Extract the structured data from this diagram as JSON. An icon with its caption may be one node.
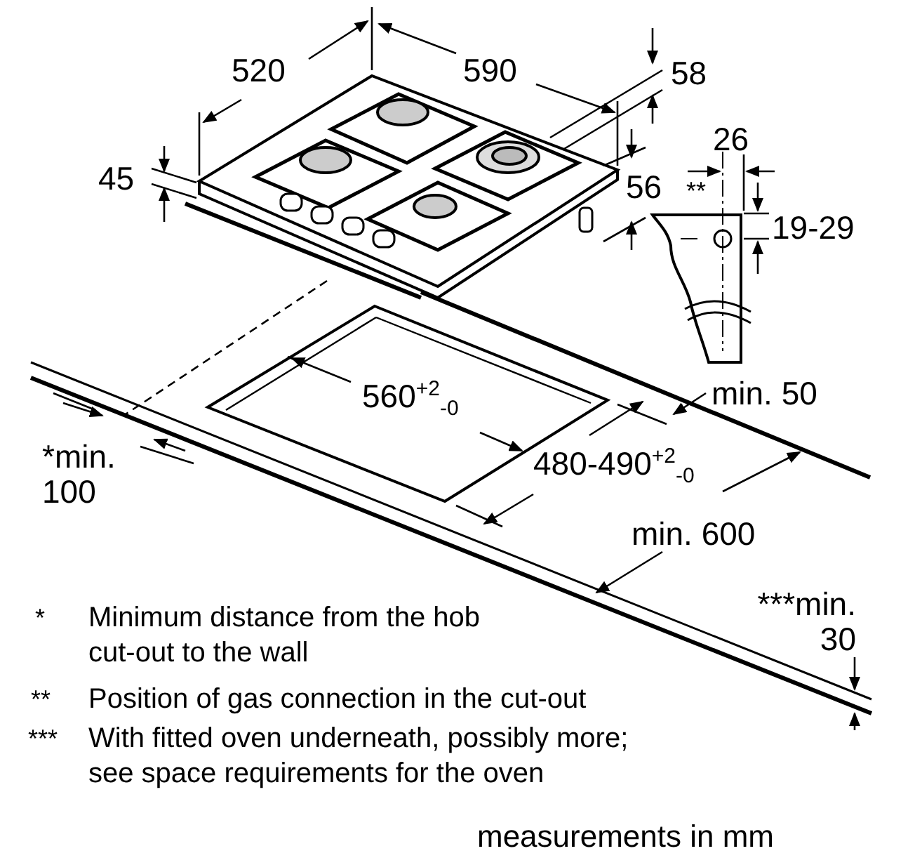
{
  "diagram": {
    "labels": [
      "520",
      "590",
      "58",
      "45",
      "26",
      "56",
      "**",
      "19-29",
      "560$^{+2}$$_{-0}$",
      "min. 50",
      "*min. 100",
      "480-490$^{+2}$$_{-0}$",
      "min. 600",
      "***min. 30",
      "*",
      "Minimum distance from the hob cut-out to the wall",
      "**",
      "Position of gas connection in the cut-out",
      "***",
      "With fitted oven underneath, possibly more; see space requirements for the oven",
      "measurements in mm"
    ]
  }
}
